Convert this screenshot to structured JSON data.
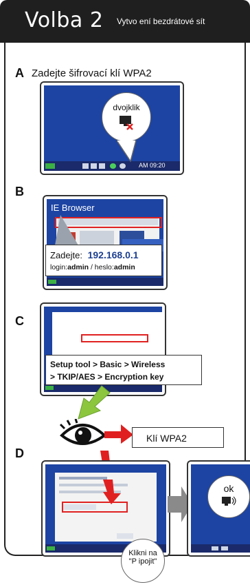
{
  "header": {
    "title": "Volba 2",
    "subtitle": "Vytvo ení bezdrátové sít"
  },
  "stepA": {
    "letter": "A",
    "text": "Zadejte šifrovací klí   WPA2",
    "bubble": "dvojklik",
    "clock": "AM 09:20"
  },
  "stepB": {
    "letter": "B",
    "browser_title": "IE Browser",
    "enter_label": "Zadejte:",
    "address": "192.168.0.1",
    "login_label": "login:",
    "login_value": "admin",
    "separator": " / heslo:",
    "password_value": "admin"
  },
  "stepC": {
    "letter": "C",
    "path_line1": "Setup tool > Basic > Wireless",
    "path_line2": "> TKIP/AES > Encryption key"
  },
  "key_label": "Klí   WPA2",
  "stepD": {
    "letter": "D",
    "click_bubble_line1": "Klikni na",
    "click_bubble_line2": "\"P ipojit\"",
    "ok_text": "ok"
  },
  "colors": {
    "screen_blue": "#1d44a3",
    "highlight_red": "#e02020",
    "arrow_green": "#8cc63f",
    "arrow_gray": "#8a8a8a"
  }
}
